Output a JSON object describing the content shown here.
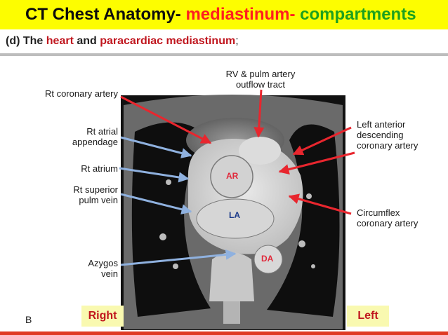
{
  "title": {
    "part1": "CT Chest Anatomy- ",
    "part2": "mediastinum- ",
    "part3": "compartments"
  },
  "subtitle": {
    "prefix": "(d) The ",
    "heart": "heart",
    "and": " and ",
    "paracardiac": "paracardiac mediastinum",
    "suffix": ";"
  },
  "labels": {
    "rt_coronary_artery": "Rt coronary artery",
    "rt_atrial_appendage_1": "Rt atrial",
    "rt_atrial_appendage_2": "appendage",
    "rt_atrium": "Rt atrium",
    "rt_superior_pulm_vein_1": "Rt superior",
    "rt_superior_pulm_vein_2": "pulm vein",
    "azygos_vein_1": "Azygos",
    "azygos_vein_2": "vein",
    "rv_pulm_outflow_1": "RV & pulm artery",
    "rv_pulm_outflow_2": "outflow tract",
    "lad_1": "Left anterior",
    "lad_2": "descending",
    "lad_3": "coronary artery",
    "circumflex_1": "Circumflex",
    "circumflex_2": "coronary artery"
  },
  "chambers": {
    "ar": "AR",
    "la": "LA",
    "da": "DA"
  },
  "sides": {
    "right": "Right",
    "left": "Left"
  },
  "panel_letter": "B",
  "colors": {
    "title_bg": "#fdfd00",
    "title_red": "#ff1f1f",
    "title_green": "#1ea11e",
    "subtitle_red": "#c0161e",
    "arrow_red": "#e8262e",
    "arrow_blue": "#8fb1df",
    "side_box_bg": "#f9f9b0",
    "bottom_bar": "#e03a23"
  }
}
